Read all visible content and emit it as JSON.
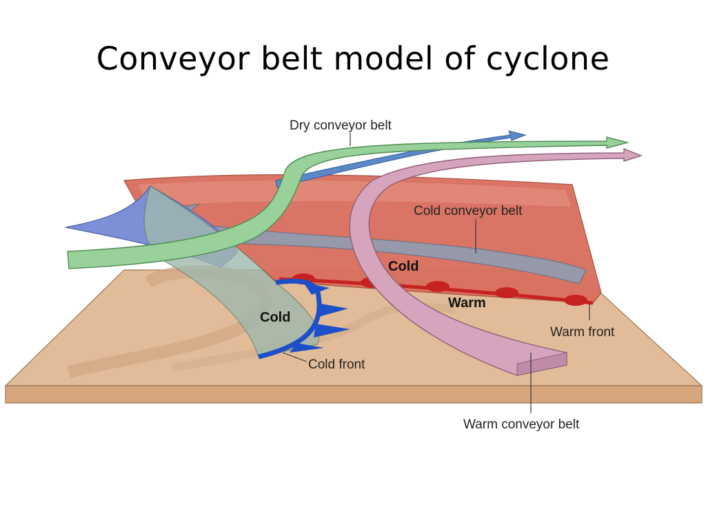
{
  "title": "Conveyor belt model of cyclone",
  "labels": {
    "dry_conveyor_belt": "Dry conveyor belt",
    "cold_conveyor_belt": "Cold conveyor belt",
    "warm_conveyor_belt": "Warm conveyor belt",
    "cold_air_upper": "Cold",
    "cold_air_lower": "Cold",
    "warm_air": "Warm",
    "warm_front": "Warm front",
    "cold_front": "Cold front"
  },
  "colors": {
    "ground": "#e2bc98",
    "ground_edge": "#cf9f78",
    "warm_surface": "#d9705f",
    "cold_surface": "#7d8fd6",
    "dry_belt": "#98d29a",
    "cold_belt": "#8aa0b6",
    "warm_belt": "#d6a5bd",
    "cold_front": "#1d4fc8",
    "warm_front": "#c62222"
  }
}
